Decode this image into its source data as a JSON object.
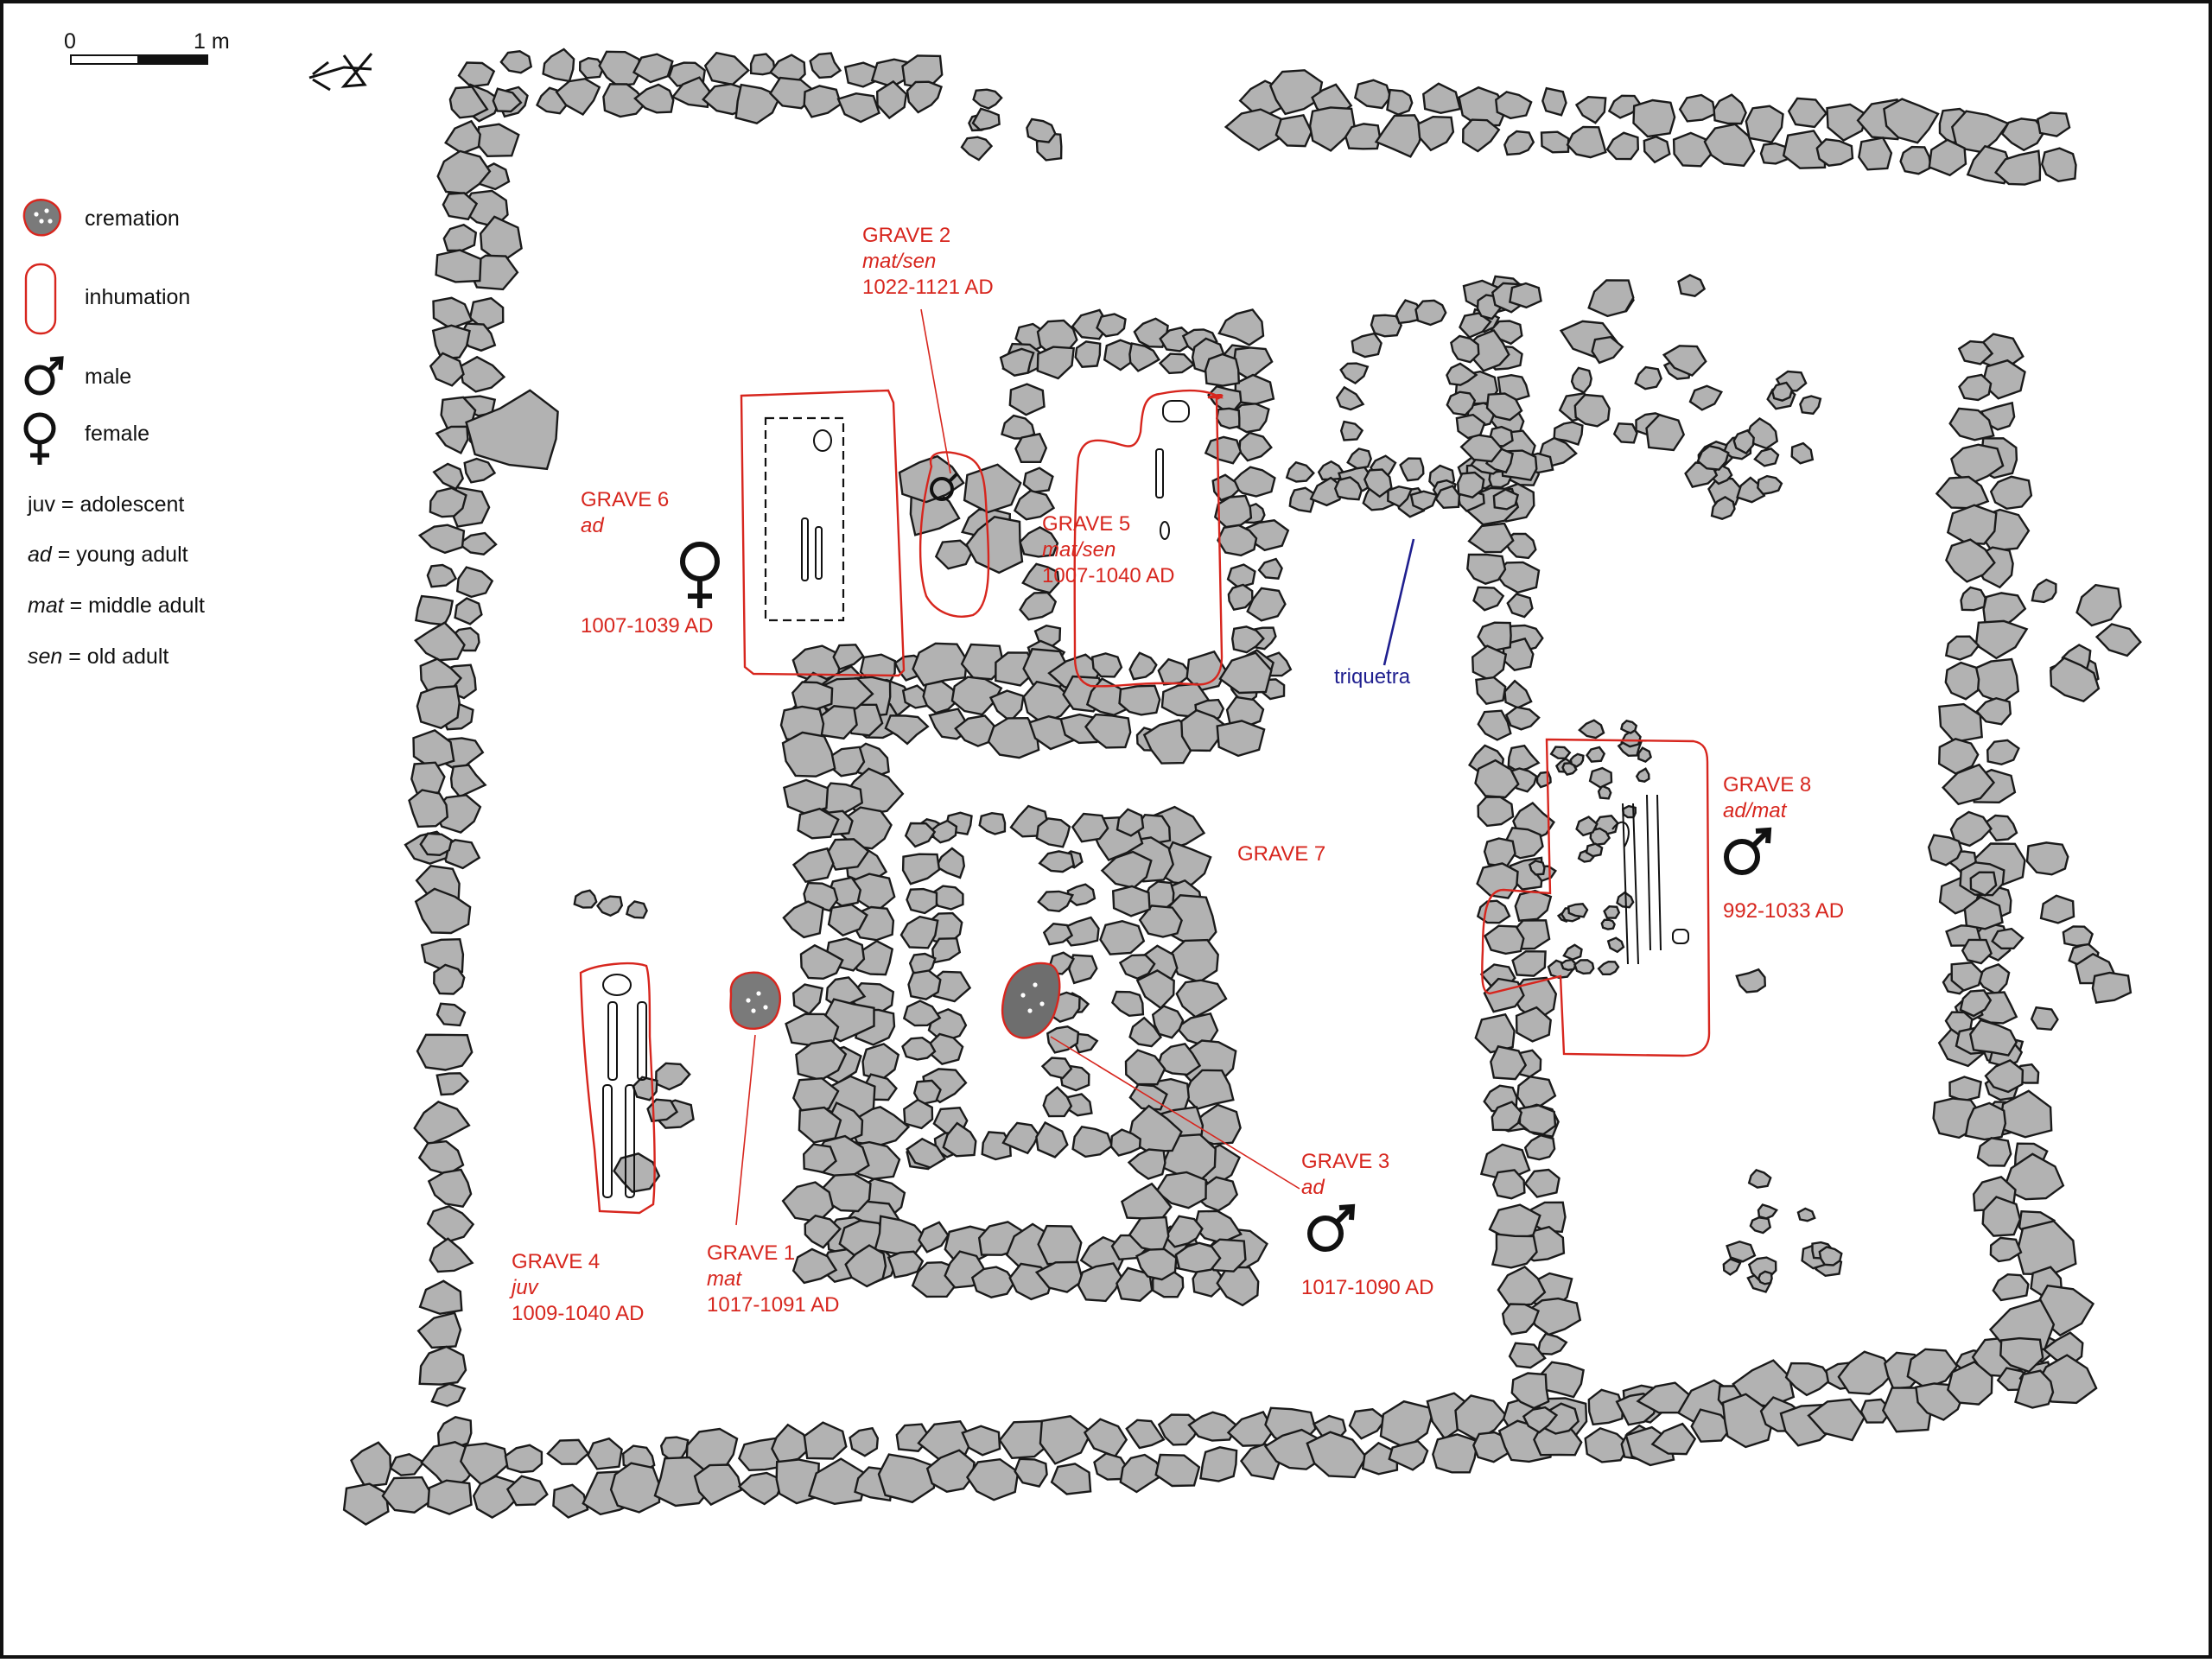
{
  "scale": {
    "zero": "0",
    "one": "1 m"
  },
  "legend": {
    "cremation": "cremation",
    "inhumation": "inhumation",
    "male": "male",
    "female": "female",
    "abbrev": [
      {
        "term": "juv",
        "italic": false,
        "rest": " = adolescent"
      },
      {
        "term": "ad",
        "italic": true,
        "rest": " = young adult"
      },
      {
        "term": "mat",
        "italic": true,
        "rest": " = middle adult"
      },
      {
        "term": "sen",
        "italic": true,
        "rest": " = old adult"
      }
    ]
  },
  "graves": {
    "g1": {
      "title": "GRAVE 1",
      "age": "mat",
      "date": "1017-1091 AD"
    },
    "g2": {
      "title": "GRAVE 2",
      "age": "mat/sen",
      "date": "1022-1121 AD"
    },
    "g3": {
      "title": "GRAVE 3",
      "age": "ad",
      "date": "1017-1090 AD"
    },
    "g4": {
      "title": "GRAVE 4",
      "age": "juv",
      "date": "1009-1040 AD"
    },
    "g5": {
      "title": "GRAVE 5",
      "age": "mat/sen",
      "date": "1007-1040 AD"
    },
    "g6": {
      "title": "GRAVE 6",
      "age": "ad",
      "date": "1007-1039 AD"
    },
    "g7": {
      "title": "GRAVE 7"
    },
    "g8": {
      "title": "GRAVE 8",
      "age": "ad/mat",
      "date": "992-1033 AD"
    }
  },
  "triquetra": "triquetra",
  "colors": {
    "label_red": "#d7261e",
    "stone_fill": "#b2b2b2",
    "triquetra_blue": "#1f1f8f",
    "border": "#111111"
  }
}
